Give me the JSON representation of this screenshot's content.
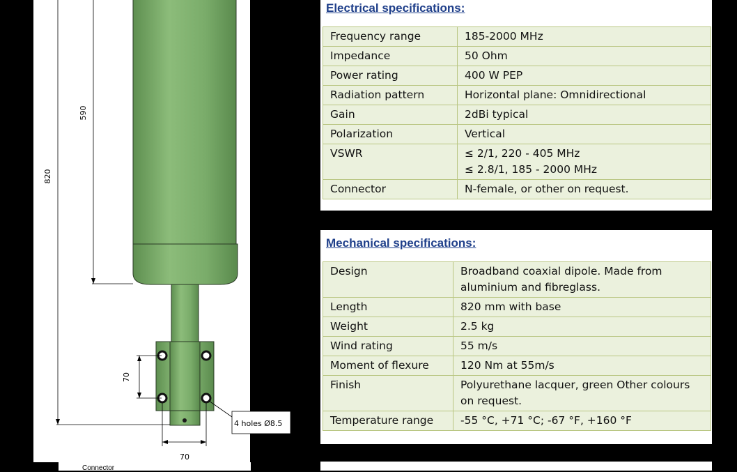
{
  "drawing": {
    "dim_590": "590",
    "dim_820": "820",
    "dim_70_vertical": "70",
    "dim_70_horizontal": "70",
    "holes_note": "4 holes Ø8.5",
    "connector_label": "Connector"
  },
  "electrical": {
    "title": "Electrical specifications:",
    "rows": [
      {
        "label": "Frequency range",
        "value": "185-2000 MHz"
      },
      {
        "label": "Impedance",
        "value": "50 Ohm"
      },
      {
        "label": "Power rating",
        "value": "400 W PEP"
      },
      {
        "label": "Radiation pattern",
        "value": "Horizontal plane: Omnidirectional"
      },
      {
        "label": "Gain",
        "value": "2dBi typical"
      },
      {
        "label": "Polarization",
        "value": "Vertical"
      },
      {
        "label": "VSWR",
        "value": "≤ 2/1, 220 - 405 MHz",
        "value2": "≤ 2.8/1, 185 - 2000 MHz"
      },
      {
        "label": "Connector",
        "value": "N-female, or other on request."
      }
    ]
  },
  "mechanical": {
    "title": "Mechanical specifications:",
    "rows": [
      {
        "label": "Design",
        "value": "Broadband coaxial dipole.  Made from",
        "value2": "aluminium and fibreglass."
      },
      {
        "label": "Length",
        "value": "820 mm with base"
      },
      {
        "label": "Weight",
        "value": "2.5 kg"
      },
      {
        "label": "Wind rating",
        "value": "55 m/s"
      },
      {
        "label": "Moment of flexure",
        "value": "120 Nm at 55m/s"
      },
      {
        "label": "Finish",
        "value": "Polyurethane lacquer, green  Other colours",
        "value2": "on request."
      },
      {
        "label": "Temperature range",
        "value": "-55 °C, +71 °C; -67 °F, +160 °F"
      }
    ]
  },
  "colors": {
    "antenna_green": "#7aac6a",
    "title_blue": "#1f3f8a",
    "table_bg": "#ebf1dd",
    "table_border": "#b9c682"
  }
}
